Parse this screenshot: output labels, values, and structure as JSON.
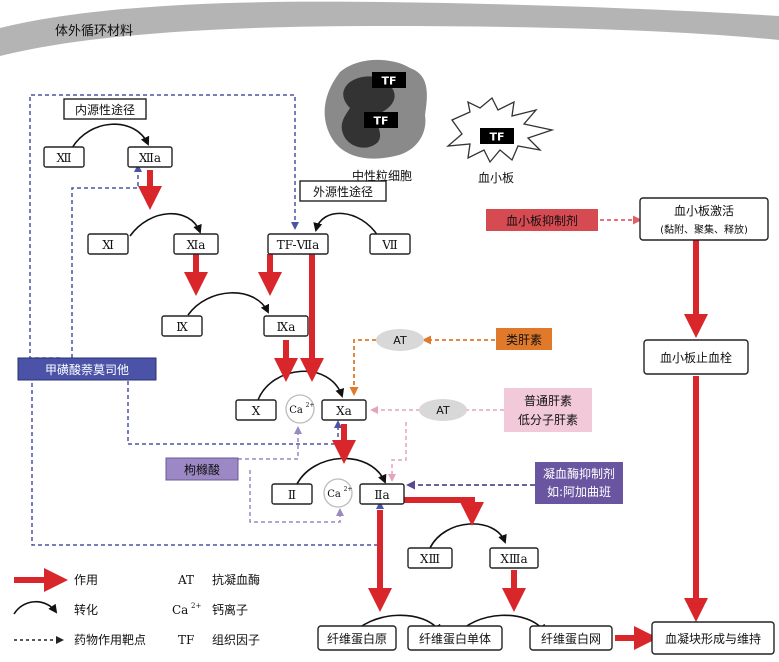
{
  "colors": {
    "action_arrow": "#d8262b",
    "drug_target_blue": "#4a53a8",
    "heparin_orange": "#e07a2a",
    "antiplatelet_red": "#d64a52",
    "heparin_pink": "#f2c9d8",
    "citrate_purple": "#9c88c4",
    "thrombin_inhibitor_purple": "#6a55a0",
    "circuit_band": "#b4b4b4"
  },
  "circuit": {
    "label": "体外循环材料"
  },
  "cells": {
    "neutrophil_label": "中性粒细胞",
    "platelet_label": "血小板",
    "tf_label": "TF"
  },
  "pathways": {
    "intrinsic": "内源性途径",
    "extrinsic": "外源性途径"
  },
  "factors": {
    "f12": "Ⅻ",
    "f12a": "Ⅻa",
    "f11": "Ⅺ",
    "f11a": "Ⅺa",
    "f9": "Ⅸ",
    "f9a": "Ⅸa",
    "f10": "Ⅹ",
    "f10a": "Ⅹa",
    "f2": "Ⅱ",
    "f2a": "Ⅱa",
    "f13": "ⅩⅢ",
    "f13a": "ⅩⅢa",
    "f7": "Ⅶ",
    "tf7a": "TF-Ⅶa",
    "ca_base": "Ca",
    "ca_sup": "2+"
  },
  "drugs": {
    "nafamostat": "甲磺酸萘莫司他",
    "citrate": "枸橼酸",
    "heparinoid": "类肝素",
    "heparin_line1": "普通肝素",
    "heparin_line2": "低分子肝素",
    "thrombin_inhibitor_line1": "凝血酶抑制剂",
    "thrombin_inhibitor_line2": "如:阿加曲班",
    "antiplatelet": "血小板抑制剂",
    "at": "AT"
  },
  "platelet_path": {
    "activation_line1": "血小板激活",
    "activation_line2": "(黏附、聚集、释放)",
    "plug": "血小板止血栓"
  },
  "fibrin": {
    "fibrinogen": "纤维蛋白原",
    "monomer": "纤维蛋白单体",
    "network": "纤维蛋白网",
    "clot": "血凝块形成与维持"
  },
  "legend": {
    "action": "作用",
    "conversion": "转化",
    "target": "药物作用靶点",
    "at_abbr": "AT",
    "at_desc": "抗凝血酶",
    "ca_abbr": "Ca",
    "ca_sup": "2+",
    "ca_desc": "钙离子",
    "tf_abbr": "TF",
    "tf_desc": "组织因子"
  }
}
